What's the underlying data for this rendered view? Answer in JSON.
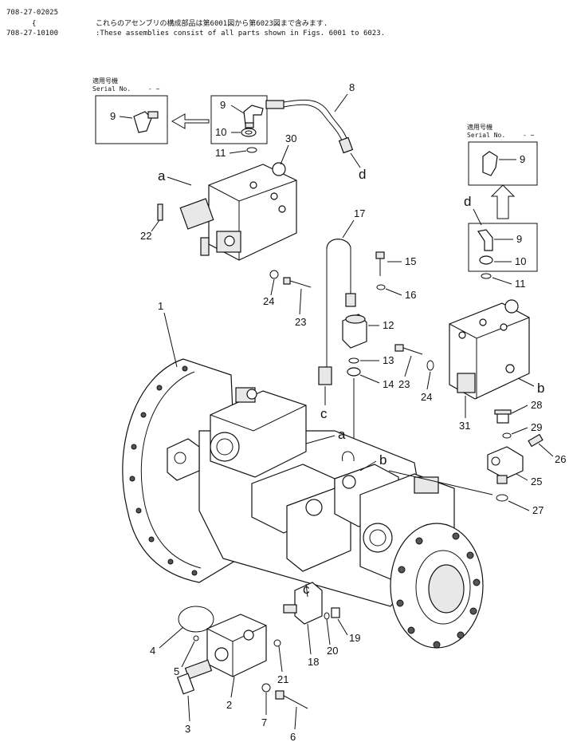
{
  "header": {
    "line1_code": "708-27-02025",
    "line1_text": "これらのアセンブリの構成部品は第6001図から第6023図まで含みます.",
    "line2_brace": "{",
    "line2_code": "708-27-10100",
    "line2_text": ":These assemblies consist of all parts shown in Figs. 6001 to 6023."
  },
  "serial_boxes": [
    {
      "jp": "適用号機",
      "en": "Serial No.",
      "range": "- ~"
    },
    {
      "jp": "適用号機",
      "en": "Serial No.",
      "range": "- ~"
    }
  ],
  "callouts": {
    "p1": "1",
    "p2": "2",
    "p3": "3",
    "p4": "4",
    "p5": "5",
    "p6": "6",
    "p7": "7",
    "p8": "8",
    "p9a": "9",
    "p9b": "9",
    "p9c": "9",
    "p9d": "9",
    "p10a": "10",
    "p10b": "10",
    "p11a": "11",
    "p11b": "11",
    "p12": "12",
    "p13": "13",
    "p14": "14",
    "p15": "15",
    "p16": "16",
    "p17": "17",
    "p18": "18",
    "p19": "19",
    "p20": "20",
    "p21": "21",
    "p22": "22",
    "p23a": "23",
    "p23b": "23",
    "p24a": "24",
    "p24b": "24",
    "p25": "25",
    "p26": "26",
    "p27": "27",
    "p28": "28",
    "p29": "29",
    "p30": "30",
    "p31": "31"
  },
  "connection_letters": {
    "a_top": "a",
    "a_main": "a",
    "b_right": "b",
    "b_main": "b",
    "c_hose": "c",
    "c_main": "c",
    "d_hose": "d",
    "d_right": "d"
  }
}
